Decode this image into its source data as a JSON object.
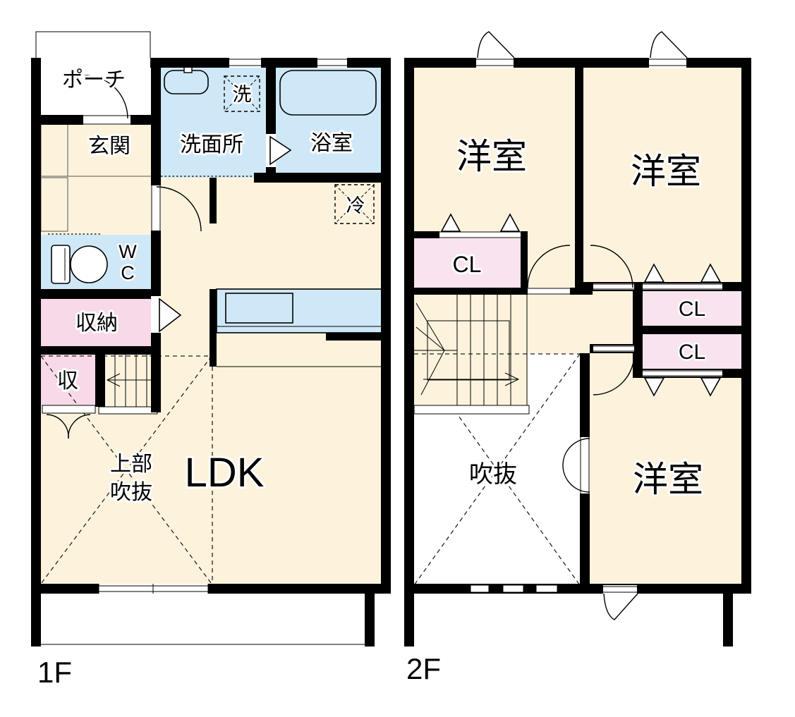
{
  "colors": {
    "floor": "#fdf3dd",
    "wet": "#cfe8f7",
    "closet": "#f8d9e8",
    "closet_light": "#f9e3ef",
    "wall": "#000000",
    "void_bg": "#ffffff"
  },
  "f1": {
    "floor_label": "1F",
    "porch": "ポーチ",
    "entrance": "玄関",
    "washroom": "洗面所",
    "washer": "洗",
    "bath": "浴室",
    "fridge": "冷",
    "wc_l1": "W",
    "wc_l2": "C",
    "storage": "収納",
    "storage_small": "収",
    "void_l1": "上部",
    "void_l2": "吹抜",
    "ldk": "LDK"
  },
  "f2": {
    "floor_label": "2F",
    "bedroom_nw": "洋室",
    "bedroom_ne": "洋室",
    "bedroom_s": "洋室",
    "closet_nw": "CL",
    "closet_e1": "CL",
    "closet_e2": "CL",
    "void": "吹抜"
  }
}
